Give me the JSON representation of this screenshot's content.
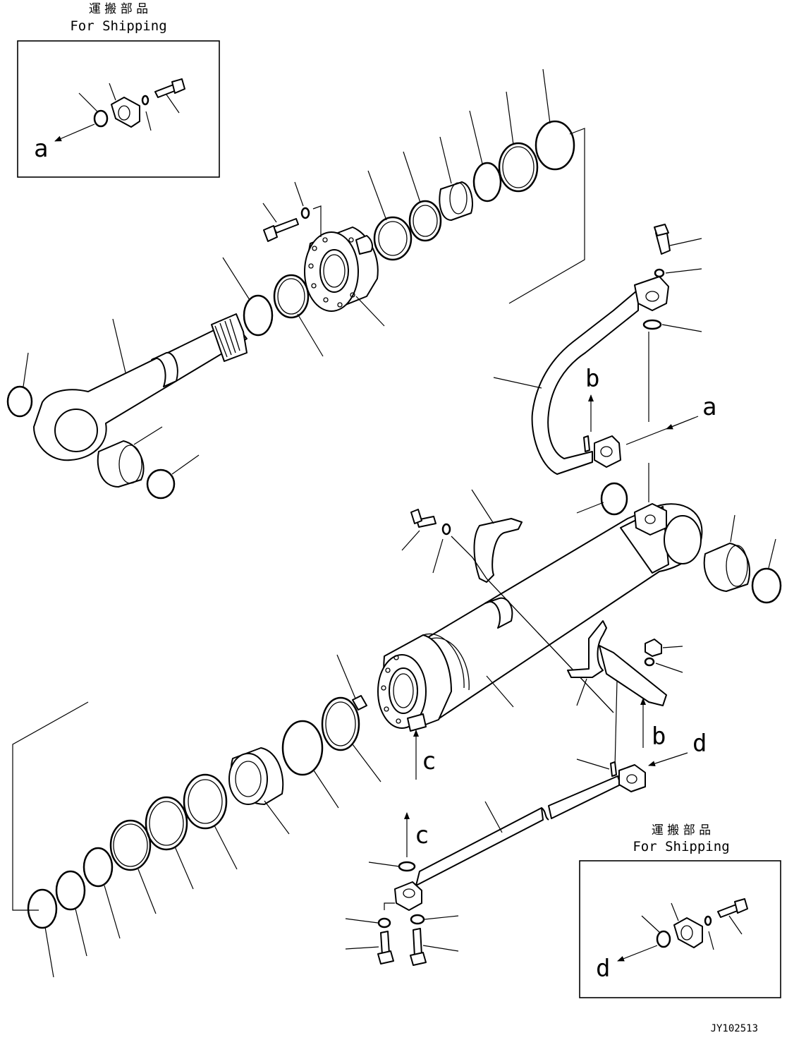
{
  "shipping_note_top": {
    "jp": "運 搬 部 品",
    "en": "For Shipping"
  },
  "shipping_note_bottom": {
    "jp": "運 搬 部 品",
    "en": "For Shipping"
  },
  "view_letters": {
    "a_box": "a",
    "a_main": "a",
    "b_tube": "b",
    "b_bracket": "b",
    "c_cylinder": "c",
    "c_block": "c",
    "d_box": "d",
    "d_main": "d"
  },
  "drawing_number": "JY102513"
}
